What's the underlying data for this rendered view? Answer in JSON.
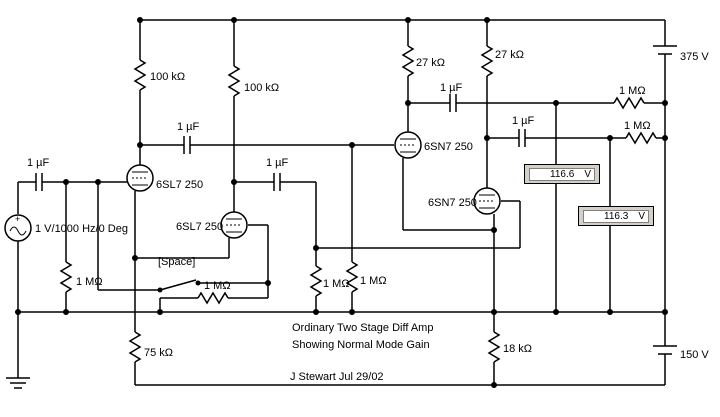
{
  "title_lines": {
    "line1": "Ordinary Two Stage Diff Amp",
    "line2": "Showing Normal Mode Gain",
    "credit": "J Stewart Jul 29/02"
  },
  "supplies": {
    "top": "375 V",
    "bottom": "150 V"
  },
  "source": {
    "label": "1 V/1000 Hz/0 Deg"
  },
  "switch": {
    "key_label": "[Space]"
  },
  "tubes": {
    "v1": "6SL7 250",
    "v2": "6SL7 250",
    "v3": "6SN7 250",
    "v4": "6SN7 250"
  },
  "resistors": {
    "r_plate1": "100 kΩ",
    "r_plate2": "100 kΩ",
    "r_plate3": "27 kΩ",
    "r_plate4": "27 kΩ",
    "r_grid_in": "1 MΩ",
    "r_switch": "1 MΩ",
    "r_grid3": "1 MΩ",
    "r_grid4": "1 MΩ",
    "r_out1": "1 MΩ",
    "r_out2": "1 MΩ",
    "r_cathode1": "75 kΩ",
    "r_cathode2": "18 kΩ"
  },
  "capacitors": {
    "c_in": "1 µF",
    "c_couple1": "1 µF",
    "c_couple2": "1 µF",
    "c_out1": "1 µF",
    "c_out2": "1 µF"
  },
  "meters": {
    "m1": {
      "value": "116.6",
      "unit": "V"
    },
    "m2": {
      "value": "116.3",
      "unit": "V"
    }
  }
}
